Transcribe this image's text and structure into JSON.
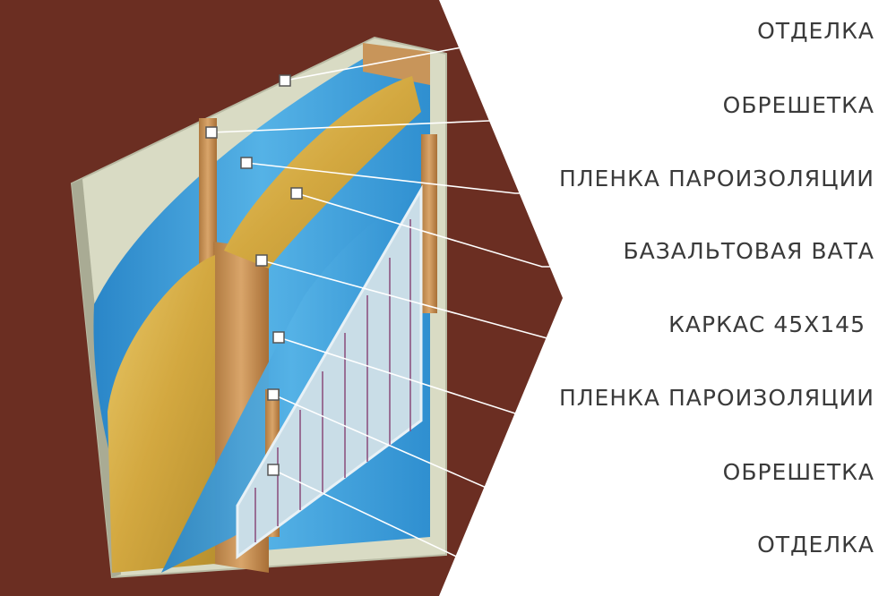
{
  "diagram": {
    "labels": [
      {
        "text": "ОТДЕЛКА"
      },
      {
        "text": "ОБРЕШЕТКА"
      },
      {
        "text": "ПЛЕНКА ПАРОИЗОЛЯЦИИ"
      },
      {
        "text": "БАЗАЛЬТОВАЯ ВАТА"
      },
      {
        "text": "КАРКАС 45Х145"
      },
      {
        "text": "ПЛЕНКА ПАРОИЗОЛЯЦИИ"
      },
      {
        "text": "ОБРЕШЕТКА"
      },
      {
        "text": "ОТДЕЛКА"
      }
    ],
    "colors": {
      "background": "#6b2e22",
      "drywall": "#d9dbc4",
      "membrane": "#3d9ad8",
      "wool": "#d8b14a",
      "timber": "#c8955a",
      "siding": "#c9dde7",
      "siding_stripe": "#8a4b7a",
      "leader": "#ffffff",
      "label_text": "#3a3a3a"
    }
  }
}
